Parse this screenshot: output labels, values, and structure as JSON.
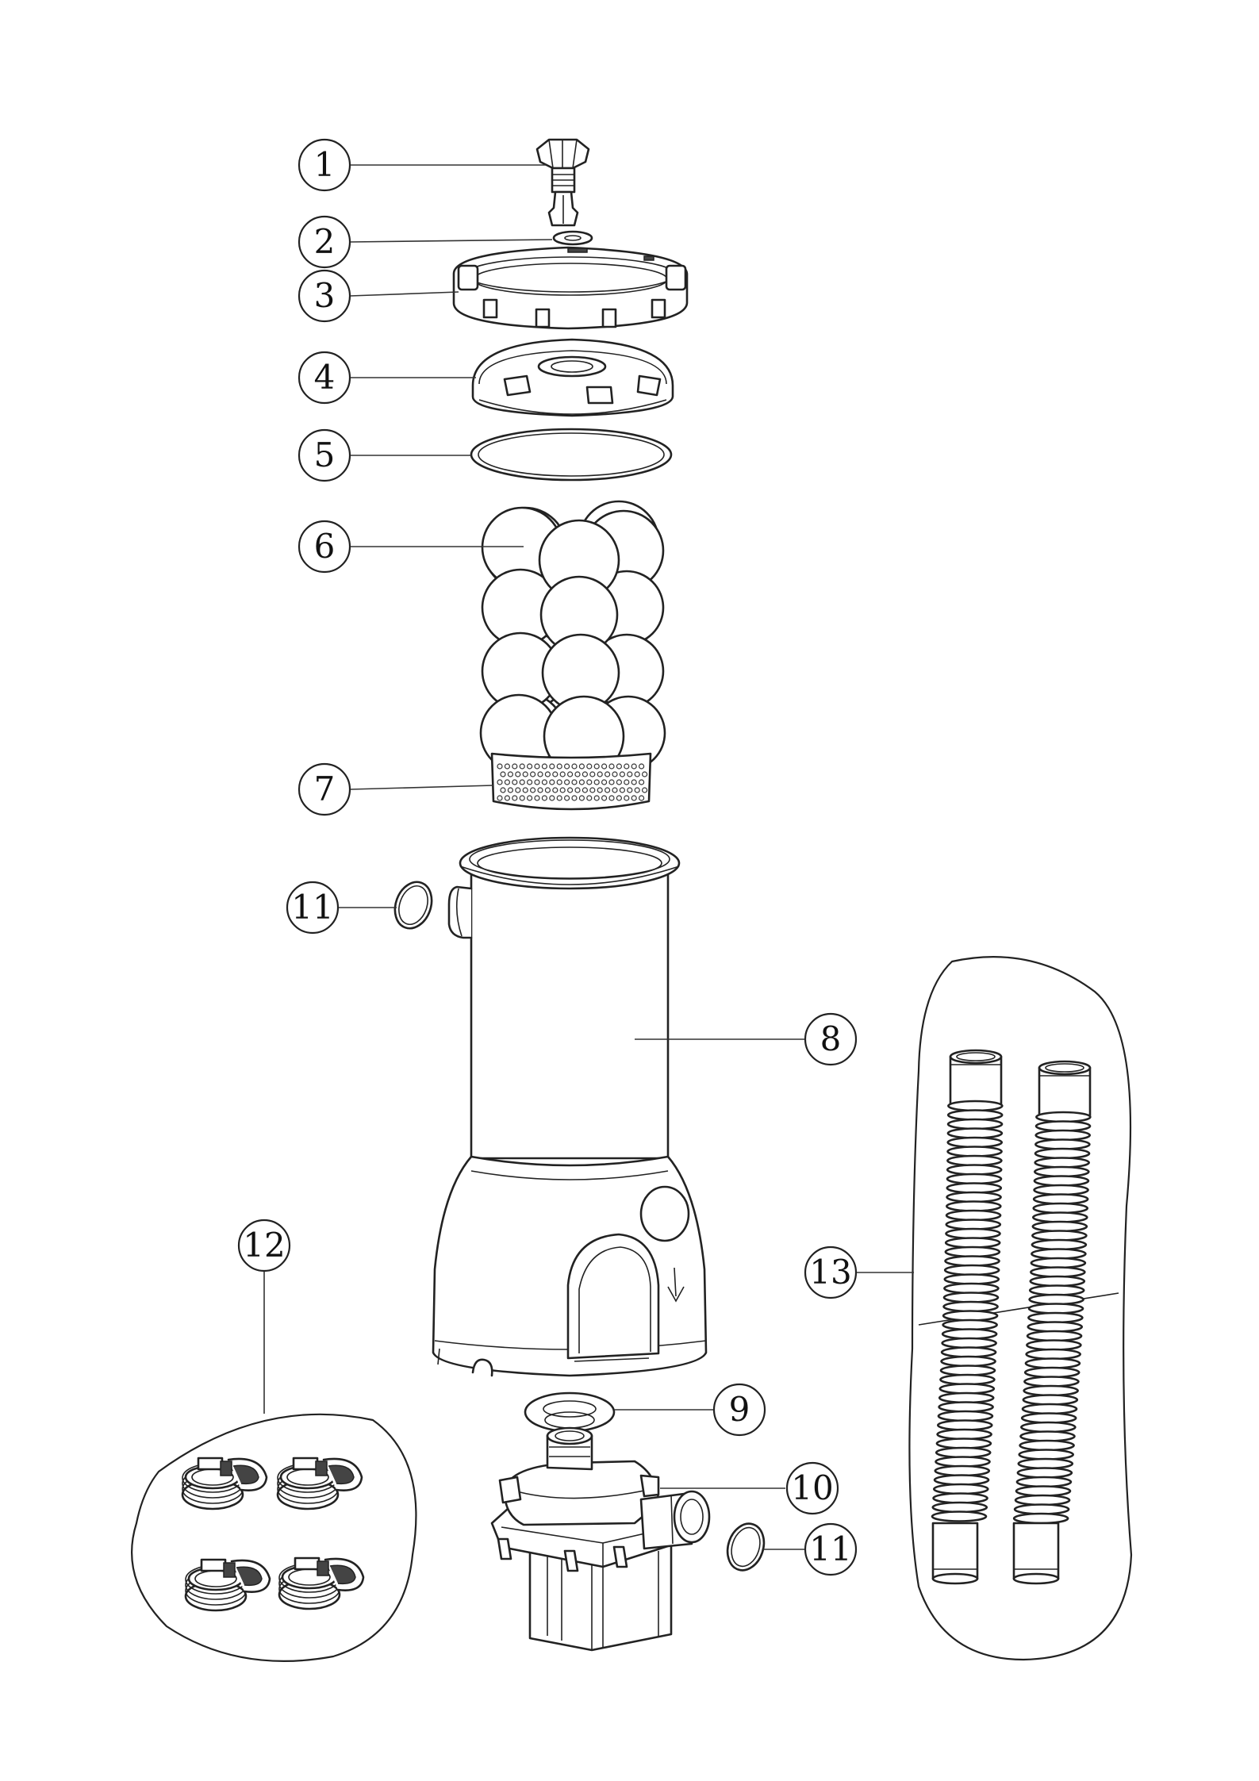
{
  "diagram": {
    "type": "exploded-parts-diagram",
    "callouts": [
      "1",
      "2",
      "3",
      "4",
      "5",
      "6",
      "7",
      "11",
      "8",
      "9",
      "10",
      "11",
      "12",
      "13"
    ],
    "parts": [
      {
        "callout": "1",
        "icon": "knob-valve-icon"
      },
      {
        "callout": "2",
        "icon": "washer-icon"
      },
      {
        "callout": "3",
        "icon": "lock-ring-icon"
      },
      {
        "callout": "4",
        "icon": "lid-icon"
      },
      {
        "callout": "5",
        "icon": "o-ring-icon"
      },
      {
        "callout": "6",
        "icon": "filter-balls-icon"
      },
      {
        "callout": "7",
        "icon": "strainer-basket-icon"
      },
      {
        "callout": "8",
        "icon": "filter-housing-icon"
      },
      {
        "callout": "9",
        "icon": "seal-ring-icon"
      },
      {
        "callout": "10",
        "icon": "pump-motor-icon"
      },
      {
        "callout": "11",
        "icon": "o-ring-icon"
      },
      {
        "callout": "12",
        "icon": "hose-clamps-icon"
      },
      {
        "callout": "13",
        "icon": "hoses-icon"
      }
    ],
    "colors": {
      "line": "#222222",
      "background": "#ffffff"
    }
  }
}
